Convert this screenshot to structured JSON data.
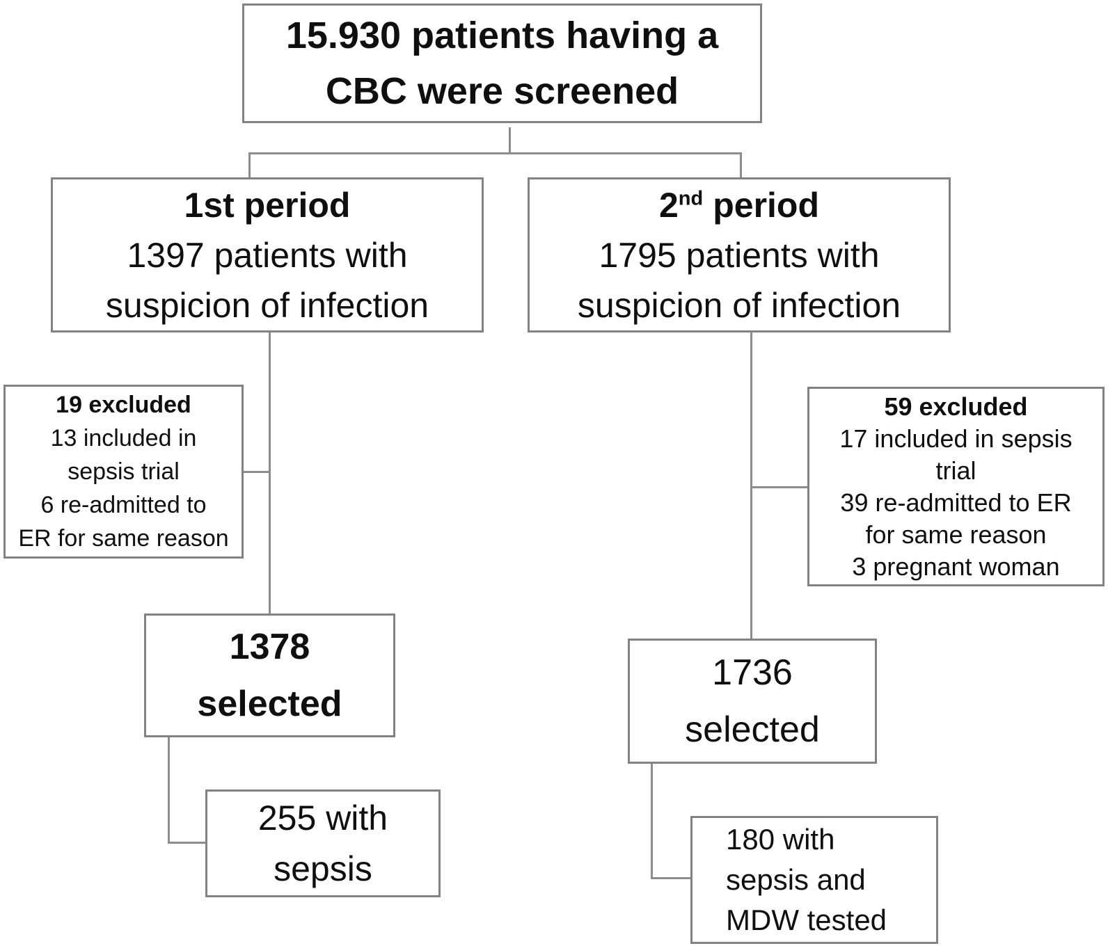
{
  "colors": {
    "bg": "#ffffff",
    "border": "#828282",
    "line": "#8c8c8c",
    "text": "#0f0f0f"
  },
  "boxes": {
    "screened": {
      "lines": [
        "15.930 patients having a",
        "CBC were screened"
      ]
    },
    "period1": {
      "title": "1st period",
      "lines": [
        "1397 patients with",
        "suspicion of infection"
      ]
    },
    "period2": {
      "title_num": "2",
      "title_sup": "nd",
      "title_rest": "period",
      "lines": [
        "1795 patients with",
        "suspicion of infection"
      ]
    },
    "excluded1": {
      "title": "19 excluded",
      "lines": [
        "13 included in",
        "sepsis trial",
        "6 re-admitted to",
        "ER for same reason"
      ]
    },
    "excluded2": {
      "title": "59 excluded",
      "lines": [
        "17 included in sepsis",
        "trial",
        "39 re-admitted to ER",
        "for same reason",
        "3 pregnant woman"
      ]
    },
    "selected1": {
      "lines": [
        "1378",
        "selected"
      ]
    },
    "selected2": {
      "lines": [
        "1736",
        "selected"
      ]
    },
    "sepsis1": {
      "lines": [
        "255 with",
        "sepsis"
      ]
    },
    "sepsis2": {
      "lines": [
        "180 with",
        "sepsis and",
        "MDW tested"
      ]
    }
  }
}
